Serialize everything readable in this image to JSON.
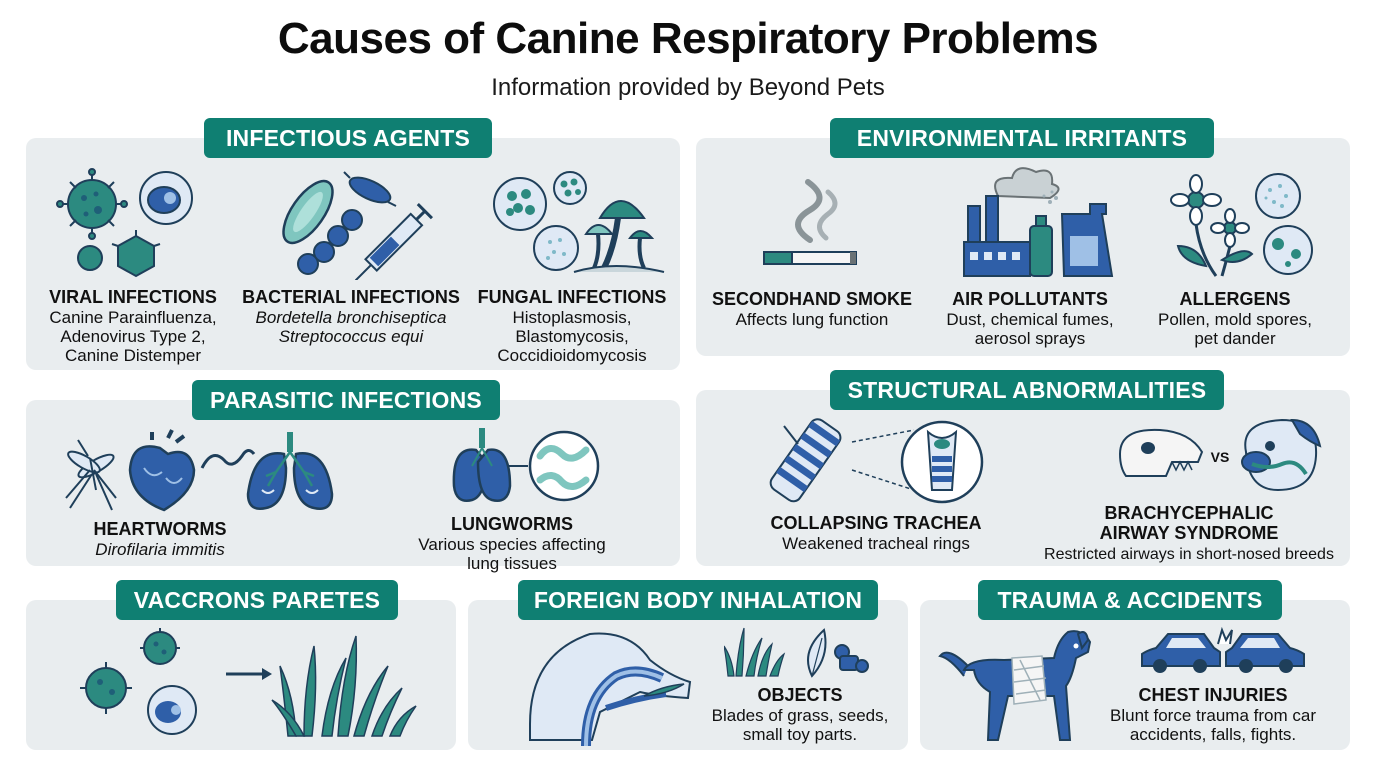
{
  "header": {
    "title": "Causes of Canine Respiratory Problems",
    "subtitle": "Information provided by Beyond Pets"
  },
  "colors": {
    "accent": "#0f7f72",
    "blue": "#2f5fa8",
    "teal": "#2c8a80",
    "panel": "#e9edef"
  },
  "infectious": {
    "label": "INFECTIOUS AGENTS",
    "viral": {
      "title": "VIRAL INFECTIONS",
      "line1": "Canine Parainfluenza,",
      "line2": "Adenovirus Type 2,",
      "line3": "Canine Distemper"
    },
    "bacterial": {
      "title": "BACTERIAL INFECTIONS",
      "line1": "Bordetella bronchiseptica",
      "line2": "Streptococcus equi"
    },
    "fungal": {
      "title": "FUNGAL INFECTIONS",
      "line1": "Histoplasmosis,",
      "line2": "Blastomycosis,",
      "line3": "Coccidioidomycosis"
    }
  },
  "environmental": {
    "label": "ENVIRONMENTAL IRRITANTS",
    "smoke": {
      "title": "SECONDHAND SMOKE",
      "line1": "Affects lung function"
    },
    "pollutants": {
      "title": "AIR POLLUTANTS",
      "line1": "Dust, chemical fumes,",
      "line2": "aerosol sprays"
    },
    "allergens": {
      "title": "ALLERGENS",
      "line1": "Pollen, mold spores,",
      "line2": "pet dander"
    }
  },
  "parasitic": {
    "label": "PARASITIC INFECTIONS",
    "heartworms": {
      "title": "HEARTWORMS",
      "line1": "Dirofilaria immitis"
    },
    "lungworms": {
      "title": "LUNGWORMS",
      "line1": "Various species affecting",
      "line2": "lung tissues"
    }
  },
  "structural": {
    "label": "STRUCTURAL ABNORMALITIES",
    "trachea": {
      "title": "COLLAPSING TRACHEA",
      "line1": "Weakened tracheal rings"
    },
    "brachy": {
      "title1": "BRACHYCEPHALIC",
      "title2": "AIRWAY SYNDROME",
      "line1": "Restricted airways in short-nosed breeds",
      "vs": "VS"
    }
  },
  "vaccine": {
    "label": "VACCRONS PARETES"
  },
  "foreign": {
    "label": "FOREIGN BODY INHALATION",
    "objects": {
      "title": "OBJECTS",
      "line1": "Blades of grass, seeds,",
      "line2": "small toy parts."
    }
  },
  "trauma": {
    "label": "TRAUMA & ACCIDENTS",
    "chest": {
      "title": "CHEST INJURIES",
      "line1": "Blunt force trauma from car",
      "line2": "accidents, falls, fights."
    }
  }
}
